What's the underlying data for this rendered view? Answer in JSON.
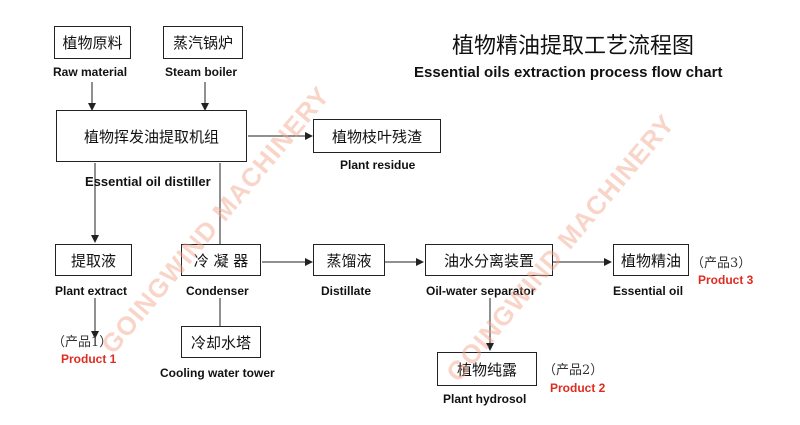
{
  "title": {
    "cn": "植物精油提取工艺流程图",
    "en": "Essential oils extraction process flow chart"
  },
  "watermark": {
    "text": "GOINGWIND MACHINERY",
    "color": "#f2a48a"
  },
  "colors": {
    "line": "#222222",
    "product_en": "#e02b20"
  },
  "nodes": {
    "raw_material": {
      "cn": "植物原料",
      "en": "Raw material"
    },
    "steam_boiler": {
      "cn": "蒸汽锅炉",
      "en": "Steam boiler"
    },
    "distiller": {
      "cn": "植物挥发油提取机组",
      "en": "Essential oil distiller"
    },
    "plant_residue": {
      "cn": "植物枝叶残渣",
      "en": "Plant residue"
    },
    "extract": {
      "cn": "提取液",
      "en": "Plant extract"
    },
    "condenser": {
      "cn": "冷 凝 器",
      "en": "Condenser"
    },
    "distillate": {
      "cn": "蒸馏液",
      "en": "Distillate"
    },
    "separator": {
      "cn": "油水分离装置",
      "en": "Oil-water separator"
    },
    "essential_oil": {
      "cn": "植物精油",
      "en": "Essential oil"
    },
    "cooling_tower": {
      "cn": "冷却水塔",
      "en": "Cooling water tower"
    },
    "hydrosol": {
      "cn": "植物纯露",
      "en": "Plant hydrosol"
    }
  },
  "products": {
    "p1": {
      "cn": "（产品1）",
      "en": "Product 1"
    },
    "p2": {
      "cn": "（产品2）",
      "en": "Product 2"
    },
    "p3": {
      "cn": "（产品3）",
      "en": "Product 3"
    }
  }
}
